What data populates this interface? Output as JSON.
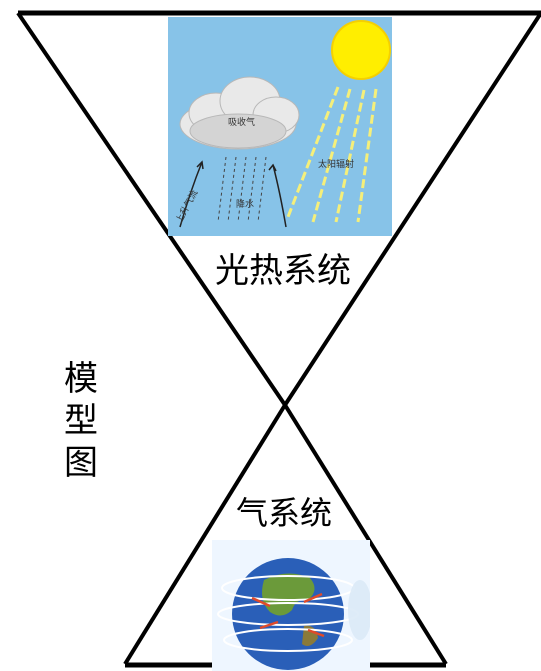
{
  "labels": {
    "top_system": "光热系统",
    "bottom_system": "气系统",
    "side": "模型图"
  },
  "heat_image": {
    "cloud_text": "吸收气",
    "rain_text": "降水",
    "up_text": "上升气流",
    "radiation_text": "太阳辐射"
  },
  "colors": {
    "sky": "#87c3e8",
    "sun": "#ffee00",
    "ocean": "#2a5fb8",
    "land": "#6b9a3a"
  }
}
